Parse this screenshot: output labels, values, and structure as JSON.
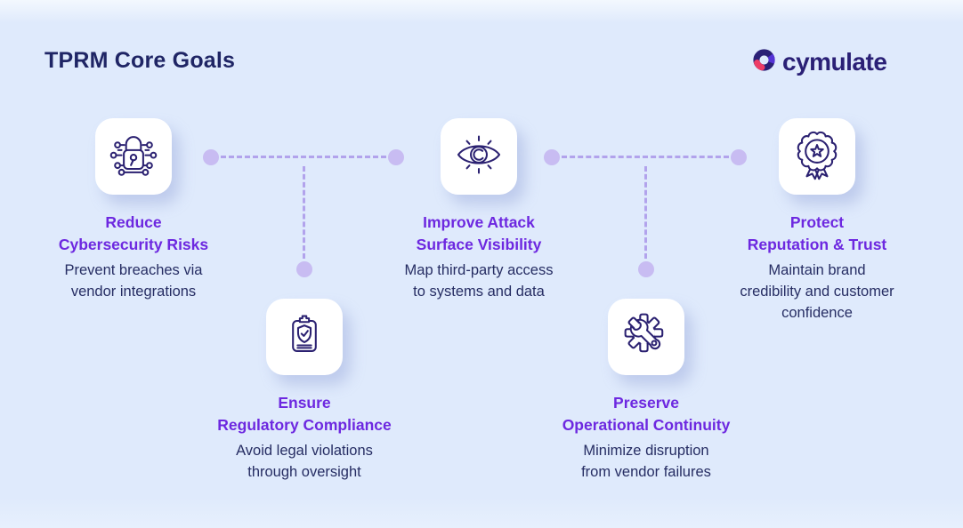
{
  "page": {
    "title": "TPRM Core Goals"
  },
  "brand": {
    "name": "cymulate",
    "logo_icon": "cymulate-ring-icon"
  },
  "colors": {
    "background": "#dfeafc",
    "title_navy": "#1f2565",
    "heading_purple": "#6d28e0",
    "body_navy": "#262d63",
    "icon_stroke": "#2b2171",
    "connector_dot": "#c8bcf2",
    "connector_dash": "#b2a3ec",
    "card_bg": "#ffffff",
    "logo_pink": "#ee3d66",
    "logo_purple": "#5533d6"
  },
  "items": [
    {
      "icon": "lock-circuit-icon",
      "title_lines": [
        "Reduce",
        "Cybersecurity Risks"
      ],
      "desc_lines": [
        "Prevent breaches via",
        "vendor integrations"
      ]
    },
    {
      "icon": "clipboard-shield-icon",
      "title_lines": [
        "Ensure",
        "Regulatory Compliance"
      ],
      "desc_lines": [
        "Avoid legal violations",
        "through oversight"
      ]
    },
    {
      "icon": "eye-visibility-icon",
      "title_lines": [
        "Improve Attack",
        "Surface Visibility"
      ],
      "desc_lines": [
        "Map third-party access",
        "to systems and data"
      ]
    },
    {
      "icon": "gear-wrench-icon",
      "title_lines": [
        "Preserve",
        "Operational Continuity"
      ],
      "desc_lines": [
        "Minimize disruption",
        "from vendor failures"
      ]
    },
    {
      "icon": "award-ribbon-icon",
      "title_lines": [
        "Protect",
        "Reputation & Trust"
      ],
      "desc_lines": [
        "Maintain brand",
        "credibility and customer",
        "confidence"
      ]
    }
  ]
}
